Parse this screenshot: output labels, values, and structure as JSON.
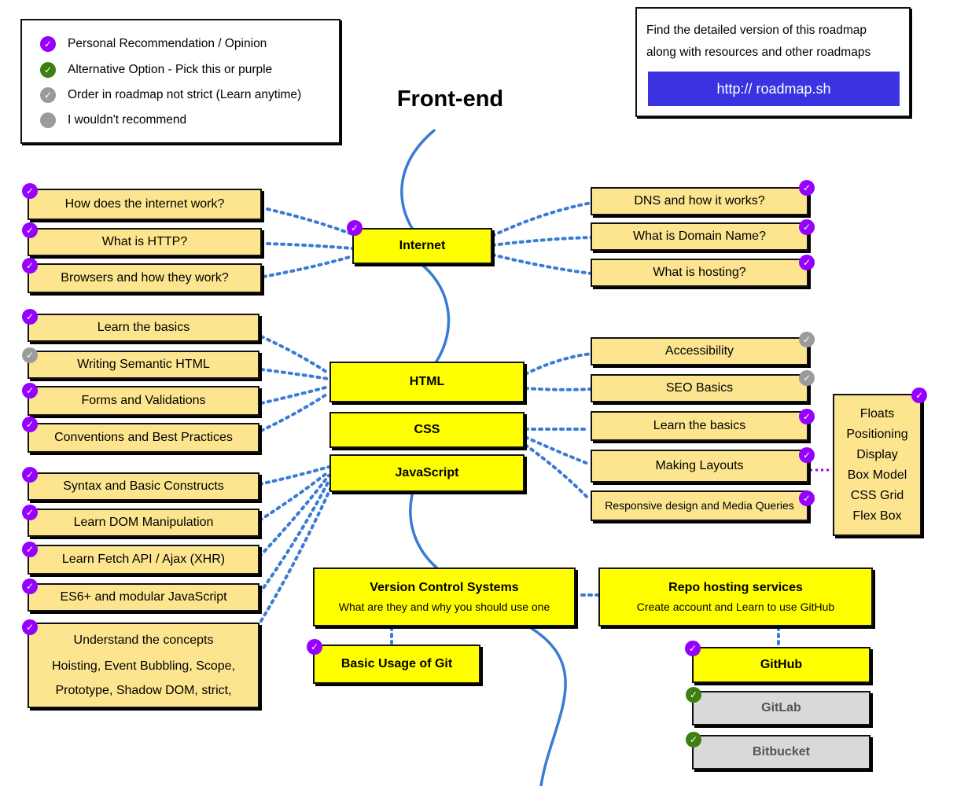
{
  "title": "Front-end",
  "legend": {
    "personal": "Personal Recommendation / Opinion",
    "alternative": "Alternative Option - Pick this or purple",
    "order": "Order in roadmap not strict (Learn anytime)",
    "not_recommended": "I wouldn't recommend"
  },
  "info": {
    "line1": "Find the detailed version of this roadmap",
    "line2": "along with resources and other roadmaps",
    "link": "http:// roadmap.sh"
  },
  "colors": {
    "main_node": "#ffff00",
    "sub_node": "#fde58f",
    "alt_node": "#d9d9d9",
    "check_purple": "#9600ff",
    "check_green": "#3f7f12",
    "check_gray": "#9b9b9b",
    "connector": "#3a7bd5",
    "link_button": "#3b33e0"
  },
  "nodes": {
    "internet": "Internet",
    "html": "HTML",
    "css": "CSS",
    "javascript": "JavaScript",
    "vcs_title": "Version Control Systems",
    "vcs_sub": "What are they and why you should use one",
    "repo_title": "Repo hosting services",
    "repo_sub": "Create account and Learn to use GitHub",
    "git": "Basic Usage of Git",
    "github": "GitHub",
    "gitlab": "GitLab",
    "bitbucket": "Bitbucket"
  },
  "internet_left": [
    "How does the internet work?",
    "What is HTTP?",
    "Browsers and how they work?"
  ],
  "internet_right": [
    "DNS and how it works?",
    "What is Domain Name?",
    "What is hosting?"
  ],
  "html_left": [
    "Learn the basics",
    "Writing Semantic HTML",
    "Forms and Validations",
    "Conventions and Best Practices"
  ],
  "css_right": [
    "Accessibility",
    "SEO Basics",
    "Learn the basics",
    "Making Layouts",
    "Responsive design and Media Queries"
  ],
  "layouts": [
    "Floats",
    "Positioning",
    "Display",
    "Box Model",
    "CSS Grid",
    "Flex Box"
  ],
  "js_left": [
    "Syntax and Basic Constructs",
    "Learn DOM Manipulation",
    "Learn Fetch API / Ajax (XHR)",
    "ES6+ and modular JavaScript"
  ],
  "concepts": [
    "Understand the concepts",
    "Hoisting, Event Bubbling, Scope,",
    "Prototype, Shadow DOM, strict,"
  ]
}
